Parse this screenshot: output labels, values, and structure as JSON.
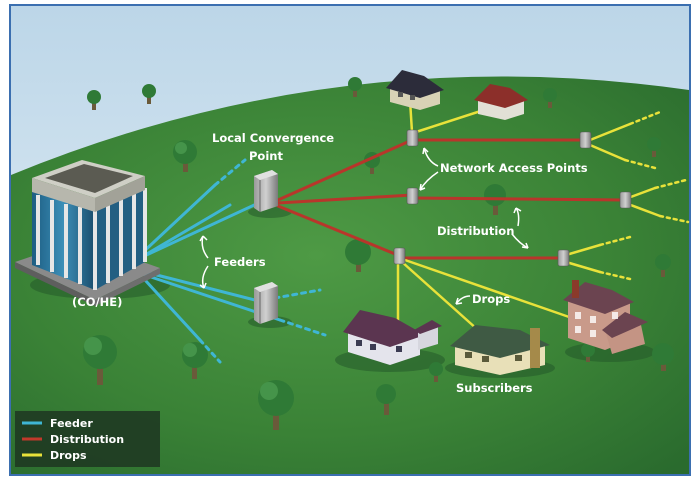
{
  "labels": {
    "co_he": "(CO/HE)",
    "lcp_line1": "Local Convergence",
    "lcp_line2": "Point",
    "nap": "Network Access Points",
    "feeders": "Feeders",
    "distribution": "Distribution",
    "drops": "Drops",
    "subscribers": "Subscribers"
  },
  "legend": {
    "items": [
      {
        "label": "Feeder",
        "color": "#3fb6d4"
      },
      {
        "label": "Distribution",
        "color": "#c0392b"
      },
      {
        "label": "Drops",
        "color": "#e8e23a"
      }
    ]
  },
  "colors": {
    "feeder": "#3fb6d4",
    "distribution": "#c0392b",
    "drops": "#e8e23a",
    "ground": "#3e8a3a",
    "sky": "#cfe2ef"
  }
}
